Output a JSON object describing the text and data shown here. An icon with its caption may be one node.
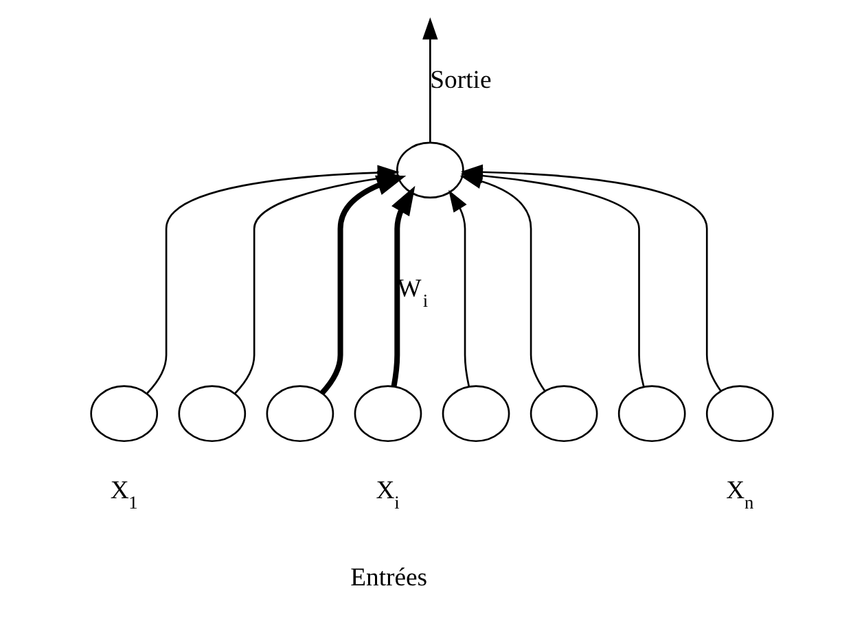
{
  "diagram": {
    "nodes": [
      {
        "text": [],
        "shape": "circle"
      },
      {
        "text": [],
        "shape": "circle",
        "beside": [
          "X$_{1}$"
        ]
      },
      {
        "text": [],
        "shape": "circle"
      },
      {
        "text": [],
        "shape": "circle"
      },
      {
        "text": [],
        "shape": "circle",
        "beside": [
          "X$_{i}$"
        ]
      },
      {
        "text": [],
        "shape": "circle"
      },
      {
        "text": [],
        "shape": "circle"
      },
      {
        "text": [],
        "shape": "circle"
      },
      {
        "text": [],
        "shape": "circle",
        "beside": [
          "X$_{n}$"
        ]
      }
    ],
    "edges": [
      {
        "from": 0,
        "to": null,
        "arrow": "to",
        "label": "Sortie"
      },
      {
        "from": 1,
        "to": 0,
        "arrow": "to"
      },
      {
        "from": 2,
        "to": 0,
        "arrow": "to"
      },
      {
        "from": 3,
        "to": 0,
        "arrow": "to",
        "style": "thick"
      },
      {
        "from": 4,
        "to": 0,
        "arrow": "to",
        "style": "thick",
        "label": "W$_{i}$"
      },
      {
        "from": 5,
        "to": 0,
        "arrow": "to"
      },
      {
        "from": 6,
        "to": 0,
        "arrow": "to"
      },
      {
        "from": 7,
        "to": 0,
        "arrow": "to"
      },
      {
        "from": 8,
        "to": 0,
        "arrow": "to"
      }
    ],
    "labels": [
      "Entrées"
    ]
  }
}
